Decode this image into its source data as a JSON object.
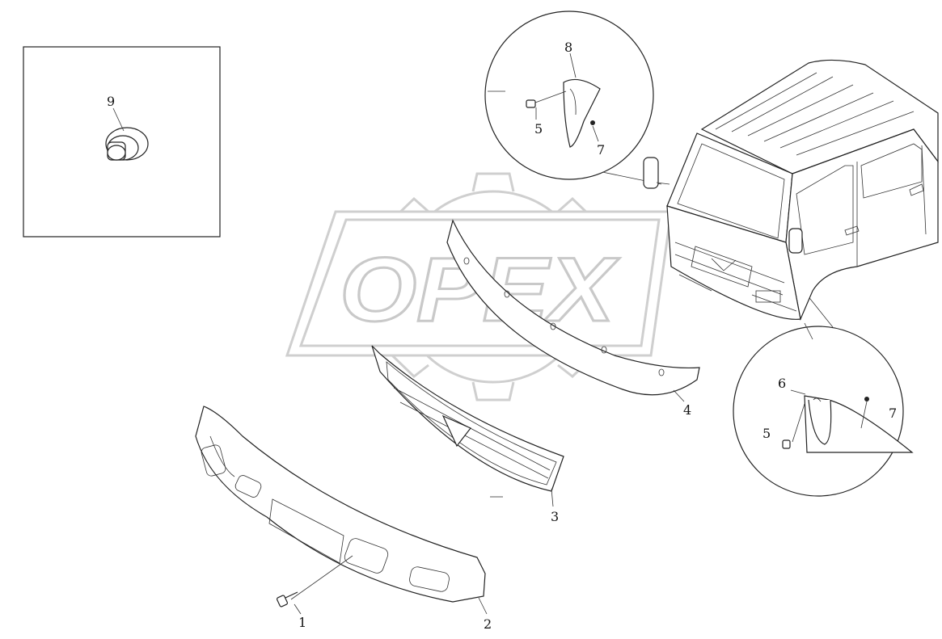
{
  "watermark": {
    "text": "OPEX"
  },
  "callouts": {
    "c1": "1",
    "c2": "2",
    "c3": "3",
    "c4": "4",
    "c5a": "5",
    "c5b": "5",
    "c6": "6",
    "c7a": "7",
    "c7b": "7",
    "c8": "8",
    "c9": "9"
  },
  "colors": {
    "line": "#222222",
    "watermark": "#c9c9c9",
    "background": "#ffffff"
  }
}
